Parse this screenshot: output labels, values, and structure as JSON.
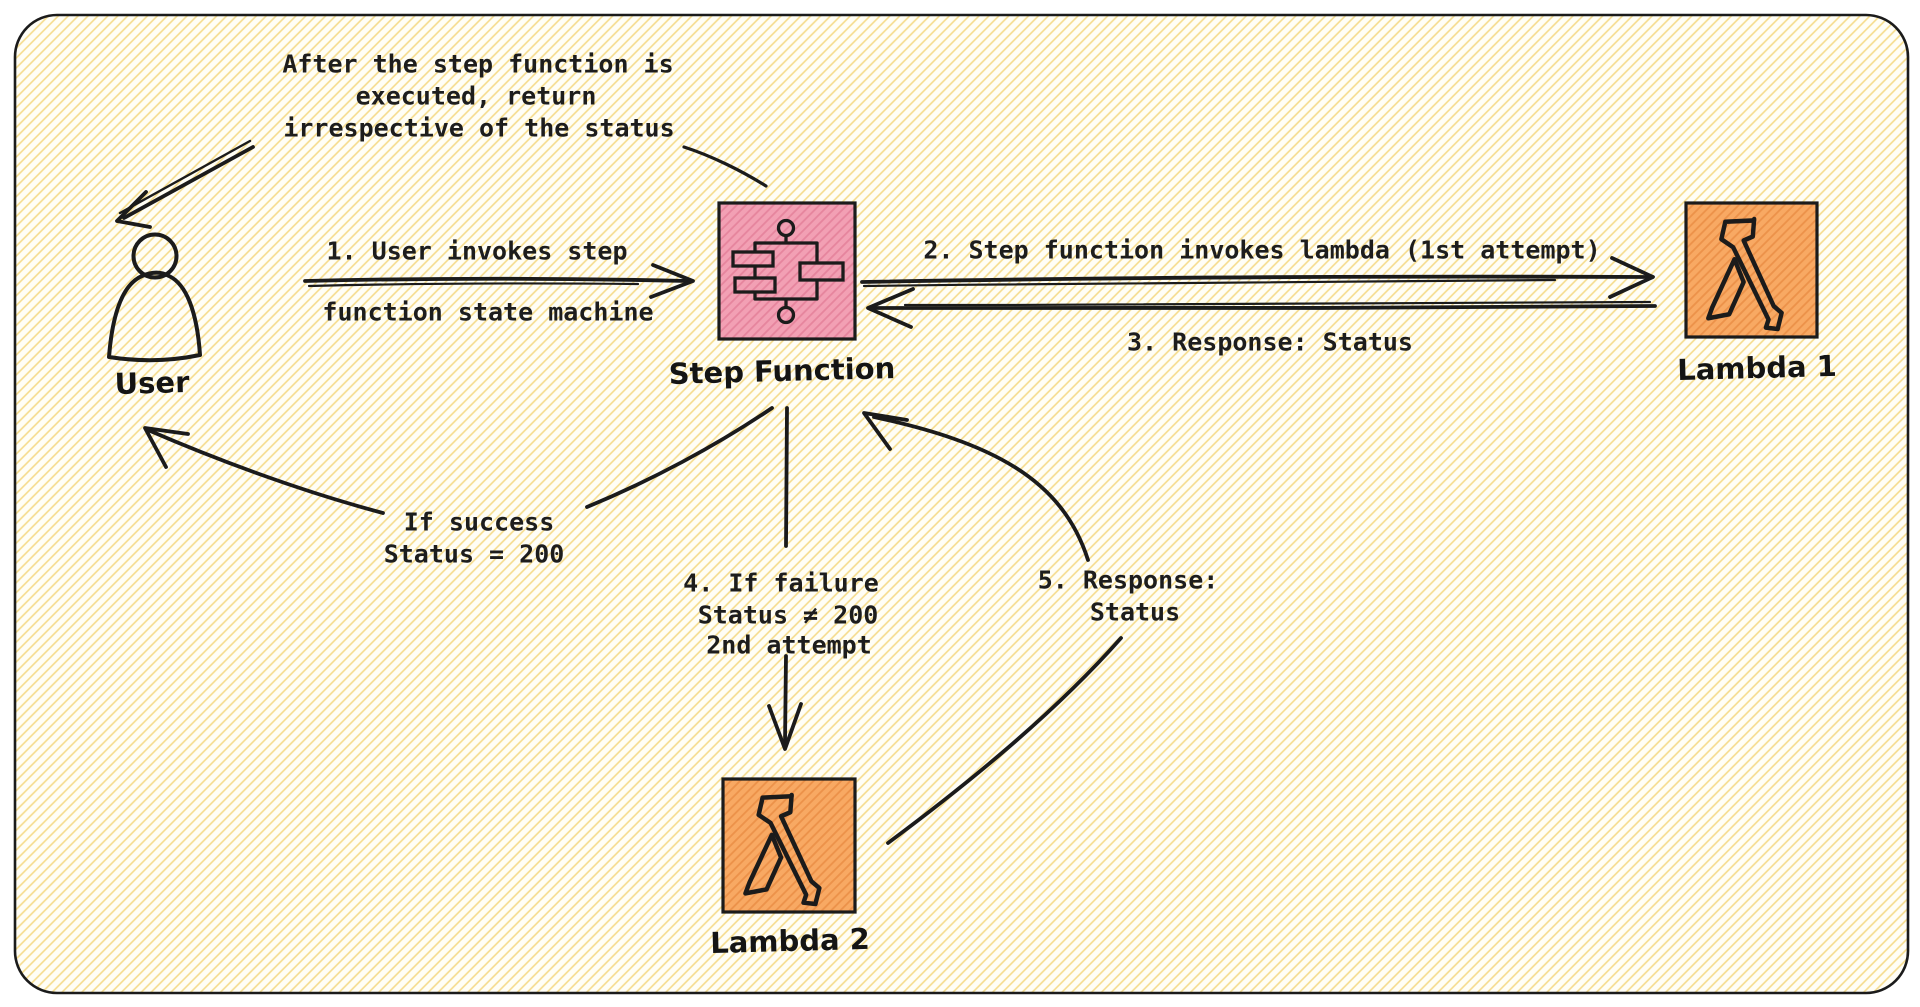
{
  "canvas": {
    "background": "#ffffff",
    "frame_fill_base": "#FFFEF6",
    "frame_hatch_color": "#F5DB8B",
    "ink": "#1b1b1b"
  },
  "colors": {
    "pink_fill": "#F2A0B4",
    "pink_hatch": "#E6849D",
    "orange_fill": "#F8A963",
    "orange_hatch": "#EC9149",
    "ink": "#1b1b1b",
    "text": "#1d1d1d"
  },
  "nodes": {
    "user": {
      "label": "User",
      "icon": "person-icon"
    },
    "step_function": {
      "label": "Step Function",
      "icon": "workflow-icon"
    },
    "lambda1": {
      "label": "Lambda 1",
      "icon": "lambda-icon"
    },
    "lambda2": {
      "label": "Lambda 2",
      "icon": "lambda-icon"
    }
  },
  "annotations": {
    "note_return": {
      "lines": [
        "After the step function is",
        "executed, return",
        "irrespective of the status"
      ]
    },
    "step1": {
      "lines": [
        "1. User invokes step",
        "function state machine"
      ]
    },
    "step2": {
      "text": "2. Step function invokes lambda (1st attempt)"
    },
    "step3": {
      "text": "3. Response: Status"
    },
    "success": {
      "lines": [
        "If success",
        "Status = 200"
      ]
    },
    "step4": {
      "lines": [
        "4. If failure",
        "Status ≠ 200",
        "2nd attempt"
      ]
    },
    "step5": {
      "lines": [
        "5. Response:",
        "Status"
      ]
    }
  }
}
